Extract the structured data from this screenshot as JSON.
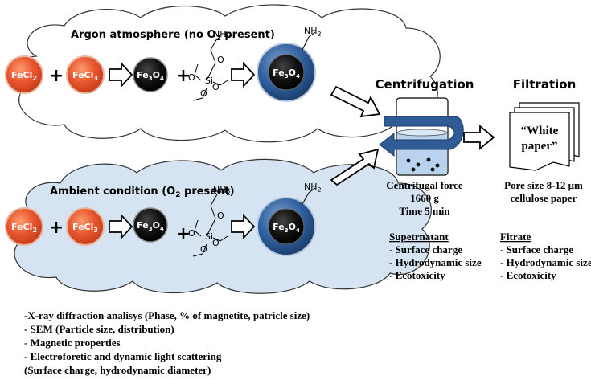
{
  "top_cloud": {
    "title_main": "Argon atmosphere (no O",
    "title_sub": "2",
    "title_end": " present)"
  },
  "bottom_cloud": {
    "title_main": "Ambient condition (O",
    "title_sub": "2",
    "title_end": " present)"
  },
  "reagents": {
    "fecl2_main": "FeCl",
    "fecl2_sub": "2",
    "fecl3_main": "FeCl",
    "fecl3_sub": "3",
    "fe3o4_a": "Fe",
    "fe3o4_b": "3",
    "fe3o4_c": "O",
    "fe3o4_d": "4",
    "plus": "+",
    "si": "Si",
    "o": "O",
    "nh2_main": "NH",
    "nh2_sub": "2"
  },
  "centrifugation": {
    "title": "Centrifugation",
    "force_label": "Centrifugal force",
    "force_value": "1660 g",
    "time": "Time 5 min",
    "list_head": "Supetrnatant",
    "list": [
      "- Surface charge",
      "- Hydrodynamic size",
      "- Ecotoxicity"
    ]
  },
  "filtration": {
    "title": "Filtration",
    "paper_line1": "“White",
    "paper_line2": "paper”",
    "pore_line1": "Pore size 8-12 μm",
    "pore_line2": "cellulose paper",
    "list_head": "Fitrate",
    "list": [
      "- Surface charge",
      "- Hydrodynamic size",
      "- Ecotoxicity"
    ]
  },
  "characterization": [
    "-X-ray diffraction analisys (Phase, % of magnetite, patricle size)",
    "- SEM (Particle size, distribution)",
    "- Magnetic properties",
    "- Electroforetic and dynamic light scattering",
    "(Surface charge, hydrodynamic diameter)"
  ],
  "colors": {
    "orange_ball": "#e8562f",
    "black_ball": "#111111",
    "coated_ring": "#2f5f9e",
    "bottom_cloud_fill": "#d5e3f3",
    "centrifuge_liquid": "#b9d3ee",
    "centrifuge_arrow": "#2f5c97"
  }
}
